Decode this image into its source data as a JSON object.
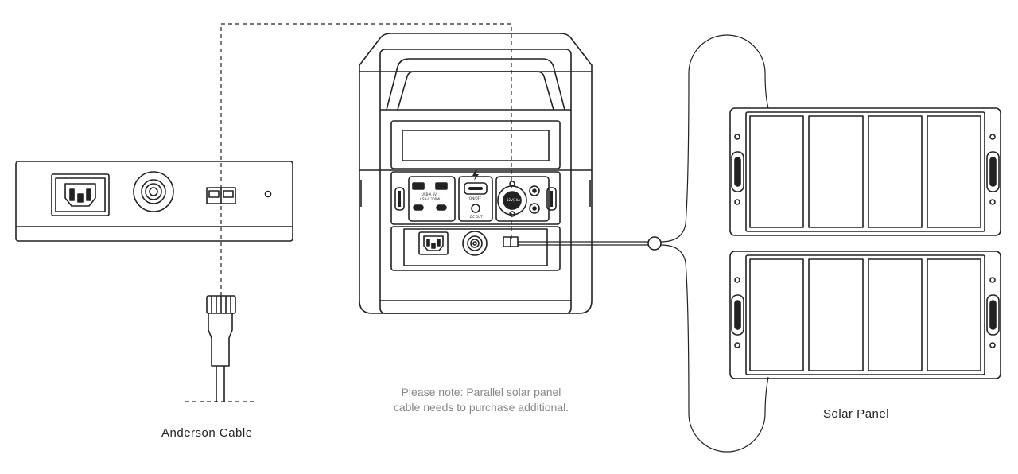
{
  "labels": {
    "anderson_cable": "Anderson Cable",
    "solar_panel": "Solar Panel",
    "note_line1": "Please note: Parallel solar panel",
    "note_line2": "cable needs to purchase additional."
  },
  "device_panel": {
    "usb_label_1": "USB-A 5V",
    "usb_label_2": "USB-C 100W",
    "power_button": "ON/OFF",
    "dc_label": "12V/10A",
    "dc_output": "DC OUT"
  },
  "colors": {
    "line": "#222222",
    "note_text": "#888888",
    "background": "#ffffff"
  }
}
